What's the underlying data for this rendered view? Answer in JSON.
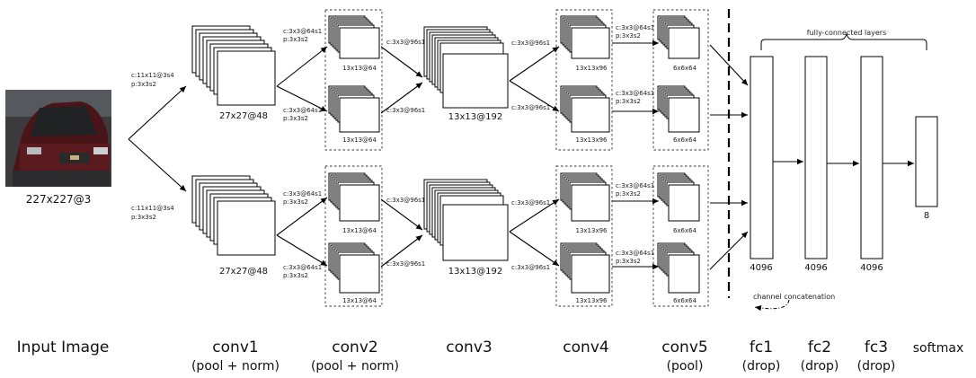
{
  "input": {
    "size_label": "227x227@3"
  },
  "conv1": {
    "params_line1": "c:11x11@3s4",
    "params_line2": "p:3x3s2",
    "size_label": "27x27@48"
  },
  "conv2": {
    "params_line1": "c:3x3@64s1",
    "params_line2": "p:3x3s2",
    "size_label": "13x13@64"
  },
  "conv3": {
    "params": "c:3x3@96s1",
    "size_label": "13x13@192"
  },
  "conv4": {
    "params": "c:3x3@96s1",
    "size_label": "13x13x96"
  },
  "conv5": {
    "params_line1": "c:3x3@64s1",
    "params_line2": "p:3x3s2",
    "size_label": "6x6x64"
  },
  "fc": {
    "bracket_label": "fully-connected layers",
    "fc1_size": "4096",
    "fc2_size": "4096",
    "fc3_size": "4096",
    "softmax_size": "8"
  },
  "annotation": {
    "concat_label": "channel concatenation"
  },
  "stages": {
    "input": "Input Image",
    "conv1": "conv1",
    "conv1_sub": "(pool + norm)",
    "conv2": "conv2",
    "conv2_sub": "(pool + norm)",
    "conv3": "conv3",
    "conv4": "conv4",
    "conv5": "conv5",
    "conv5_sub": "(pool)",
    "fc1": "fc1",
    "fc1_sub": "(drop)",
    "fc2": "fc2",
    "fc2_sub": "(drop)",
    "fc3": "fc3",
    "fc3_sub": "(drop)",
    "softmax": "softmax"
  },
  "colors": {
    "car_body": "#5a1a1e",
    "background": "#ffffff",
    "line": "#000000"
  }
}
